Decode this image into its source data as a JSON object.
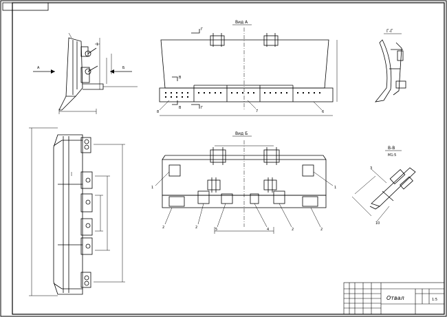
{
  "drawing": {
    "view_labels": {
      "view_a": "Вид А",
      "view_b": "Вид Б",
      "section_gg": "Г-Г",
      "section_vv": "В-В",
      "scale_vv": "М1:5"
    },
    "markers": {
      "arrow_a": "А",
      "arrow_b": "Б",
      "cut_g_top": "Г",
      "cut_g_bottom": "Г",
      "cut_v_top": "В",
      "cut_v_bottom": "В"
    },
    "callouts": {
      "front_8": "8",
      "front_7": "7",
      "front_6": "6",
      "rear_1_left": "1",
      "rear_1_right": "1",
      "rear_2_a": "2",
      "rear_2_b": "2",
      "rear_5": "5",
      "rear_4": "4",
      "rear_2_c": "2",
      "rear_2_d": "2",
      "side_1": "1",
      "vv_3": "3",
      "vv_10": "10"
    },
    "title_block": {
      "doc_name": "Отвал",
      "sheet_scale": "1:5"
    }
  }
}
